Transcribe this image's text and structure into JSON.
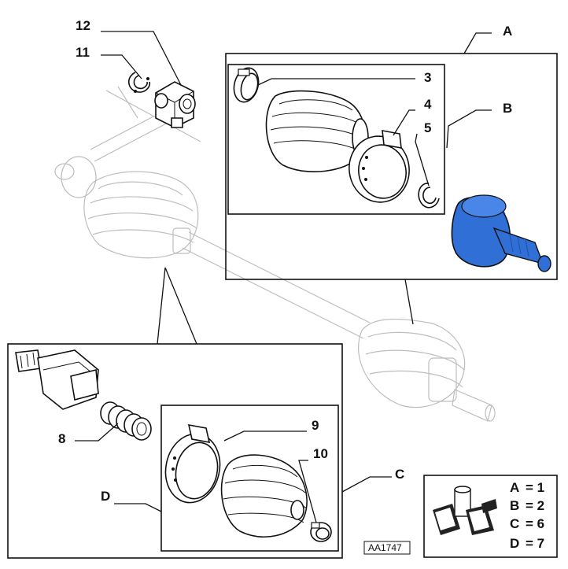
{
  "callouts": {
    "n12": "12",
    "n11": "11",
    "n3": "3",
    "n4": "4",
    "n5": "5",
    "n8": "8",
    "n9": "9",
    "n10": "10",
    "A": "A",
    "B": "B",
    "C": "C",
    "D": "D"
  },
  "legend": {
    "rows": [
      {
        "key": "A",
        "eq": "= 1"
      },
      {
        "key": "B",
        "eq": "= 2"
      },
      {
        "key": "C",
        "eq": "= 6"
      },
      {
        "key": "D",
        "eq": "= 7"
      }
    ]
  },
  "reference_code": "AA1747",
  "colors": {
    "highlight": "#2f6fd6",
    "highlight_dark": "#1f4fa8",
    "line": "#111111",
    "ghost": "#bdbdbd"
  }
}
